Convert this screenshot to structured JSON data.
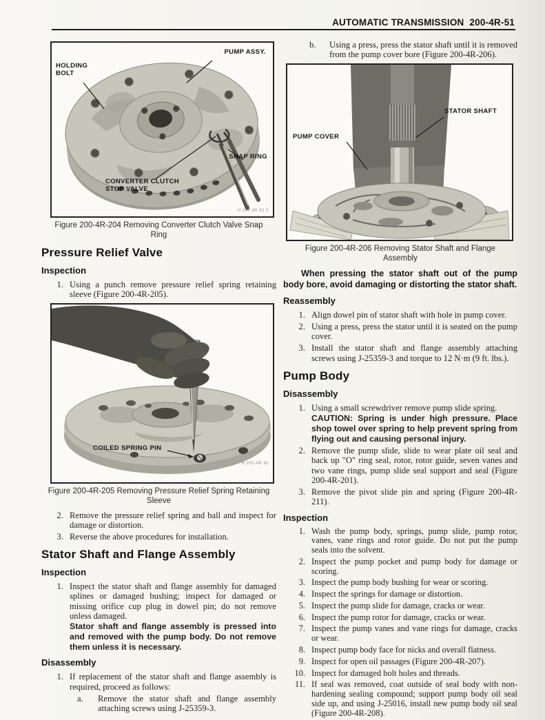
{
  "header": {
    "title": "AUTOMATIC TRANSMISSION  200-4R-51"
  },
  "fig204": {
    "label_pump_assy": "PUMP ASSY.",
    "label_holding_bolt": "HOLDING\nBOLT",
    "label_snap_ring": "SNAP RING",
    "label_converter_clutch": "CONVERTER CLUTCH\nSTOP VALVE",
    "code": "H 200 4R 82 2",
    "caption": "Figure 200-4R-204 Removing Converter Clutch Valve Snap\nRing"
  },
  "pressure_relief": {
    "title": "Pressure Relief Valve",
    "inspection_heading": "Inspection",
    "item1_num": "1.",
    "item1": "Using a punch remove pressure relief spring retaining sleeve (Figure 200-4R-205).",
    "item2_num": "2.",
    "item2": "Remove the pressure relief spring and ball and inspect for damage or distortion.",
    "item3_num": "3.",
    "item3": "Reverse the above procedures for installation."
  },
  "fig205": {
    "label_coiled_spring_pin": "COILED SPRING PIN",
    "code": "H 200-4R 90",
    "caption": "Figure 200-4R-205 Removing Pressure Relief Spring Retaining\nSleeve"
  },
  "stator": {
    "title": "Stator Shaft and Flange Assembly",
    "inspection_heading": "Inspection",
    "i1_num": "1.",
    "i1_text": "Inspect the stator shaft and flange assembly for damaged splines or damaged bushing; inspect for damaged or missing orifice cup plug in dowel pin; do not remove unless damaged.",
    "i1_bold": "Stator shaft and flange assembly is pressed into and removed with the pump body. Do not remove them unless it is necessary.",
    "disassembly_heading": "Disassembly",
    "d1_num": "1.",
    "d1_text": "If replacement of the stator shaft and flange assembly is required, proceed as follows:",
    "d1a_num": "a.",
    "d1a_text": "Remove the stator shaft and flange assembly attaching screws using J-25359-3.",
    "d1b_num": "b.",
    "d1b_text": "Using a press, press the stator shaft until it is removed from the pump cover bore (Figure 200-4R-206).",
    "note": "When pressing the stator shaft out of the pump body bore, avoid damaging or distorting the stator shaft."
  },
  "fig206": {
    "label_stator_shaft": "STATOR SHAFT",
    "label_pump_cover": "PUMP COVER",
    "caption": "Figure 200-4R-206 Removing Stator Shaft and Flange\nAssembly"
  },
  "reassembly": {
    "heading": "Reassembly",
    "items": [
      {
        "num": "1.",
        "text": "Align dowel pin of stator shaft with hole in pump cover."
      },
      {
        "num": "2.",
        "text": "Using a press, press the stator until it is seated on the pump cover."
      },
      {
        "num": "3.",
        "text": "Install the stator shaft and flange assembly attaching screws using J-25359-3 and torque to 12 N·m (9 ft. lbs.)."
      }
    ]
  },
  "pump_body": {
    "title": "Pump Body",
    "disassembly_heading": "Disassembly",
    "d1_num": "1.",
    "d1_text": "Using a small screwdriver remove pump slide spring.",
    "d1_caution": "CAUTION: Spring is under high pressure. Place shop towel over spring to help prevent spring from flying out and causing personal injury.",
    "d2_num": "2.",
    "d2_text": "Remove the pump slide, slide to wear plate oil seal and back up \"O\" ring seal, rotor, rotor guide, seven vanes and two vane rings, pump slide seal support and seal (Figure 200-4R-201).",
    "d3_num": "3.",
    "d3_text": "Remove the pivot slide pin and spring (Figure 200-4R-211).",
    "inspection_heading": "Inspection",
    "items": [
      {
        "num": "1.",
        "text": "Wash the pump body, springs, pump slide, pump rotor, vanes, vane rings and rotor guide. Do not put the pump seals into the solvent."
      },
      {
        "num": "2.",
        "text": "Inspect the pump pocket and pump body for damage or scoring."
      },
      {
        "num": "3.",
        "text": "Inspect the pump body bushing for wear or scoring."
      },
      {
        "num": "4.",
        "text": "Inspect the springs for damage or distortion."
      },
      {
        "num": "5.",
        "text": "Inspect the pump slide for damage, cracks or wear."
      },
      {
        "num": "6.",
        "text": "Inspect the pump rotor for damage, cracks or wear."
      },
      {
        "num": "7.",
        "text": "Inspect the pump vanes and vane rings for damage, cracks or wear."
      },
      {
        "num": "8.",
        "text": "Inspect pump body face for nicks and overall flatness."
      },
      {
        "num": "9.",
        "text": "Inspect for open oil passages (Figure 200-4R-207)."
      },
      {
        "num": "10.",
        "text": "Inspect for damaged bolt holes and threads."
      },
      {
        "num": "11.",
        "text": "If seal was removed, coat outside of seal body with non-hardening sealing compound; support pump body oil seal side up, and using J-25016, install new pump body oil seal (Figure 200-4R-208)."
      }
    ]
  }
}
